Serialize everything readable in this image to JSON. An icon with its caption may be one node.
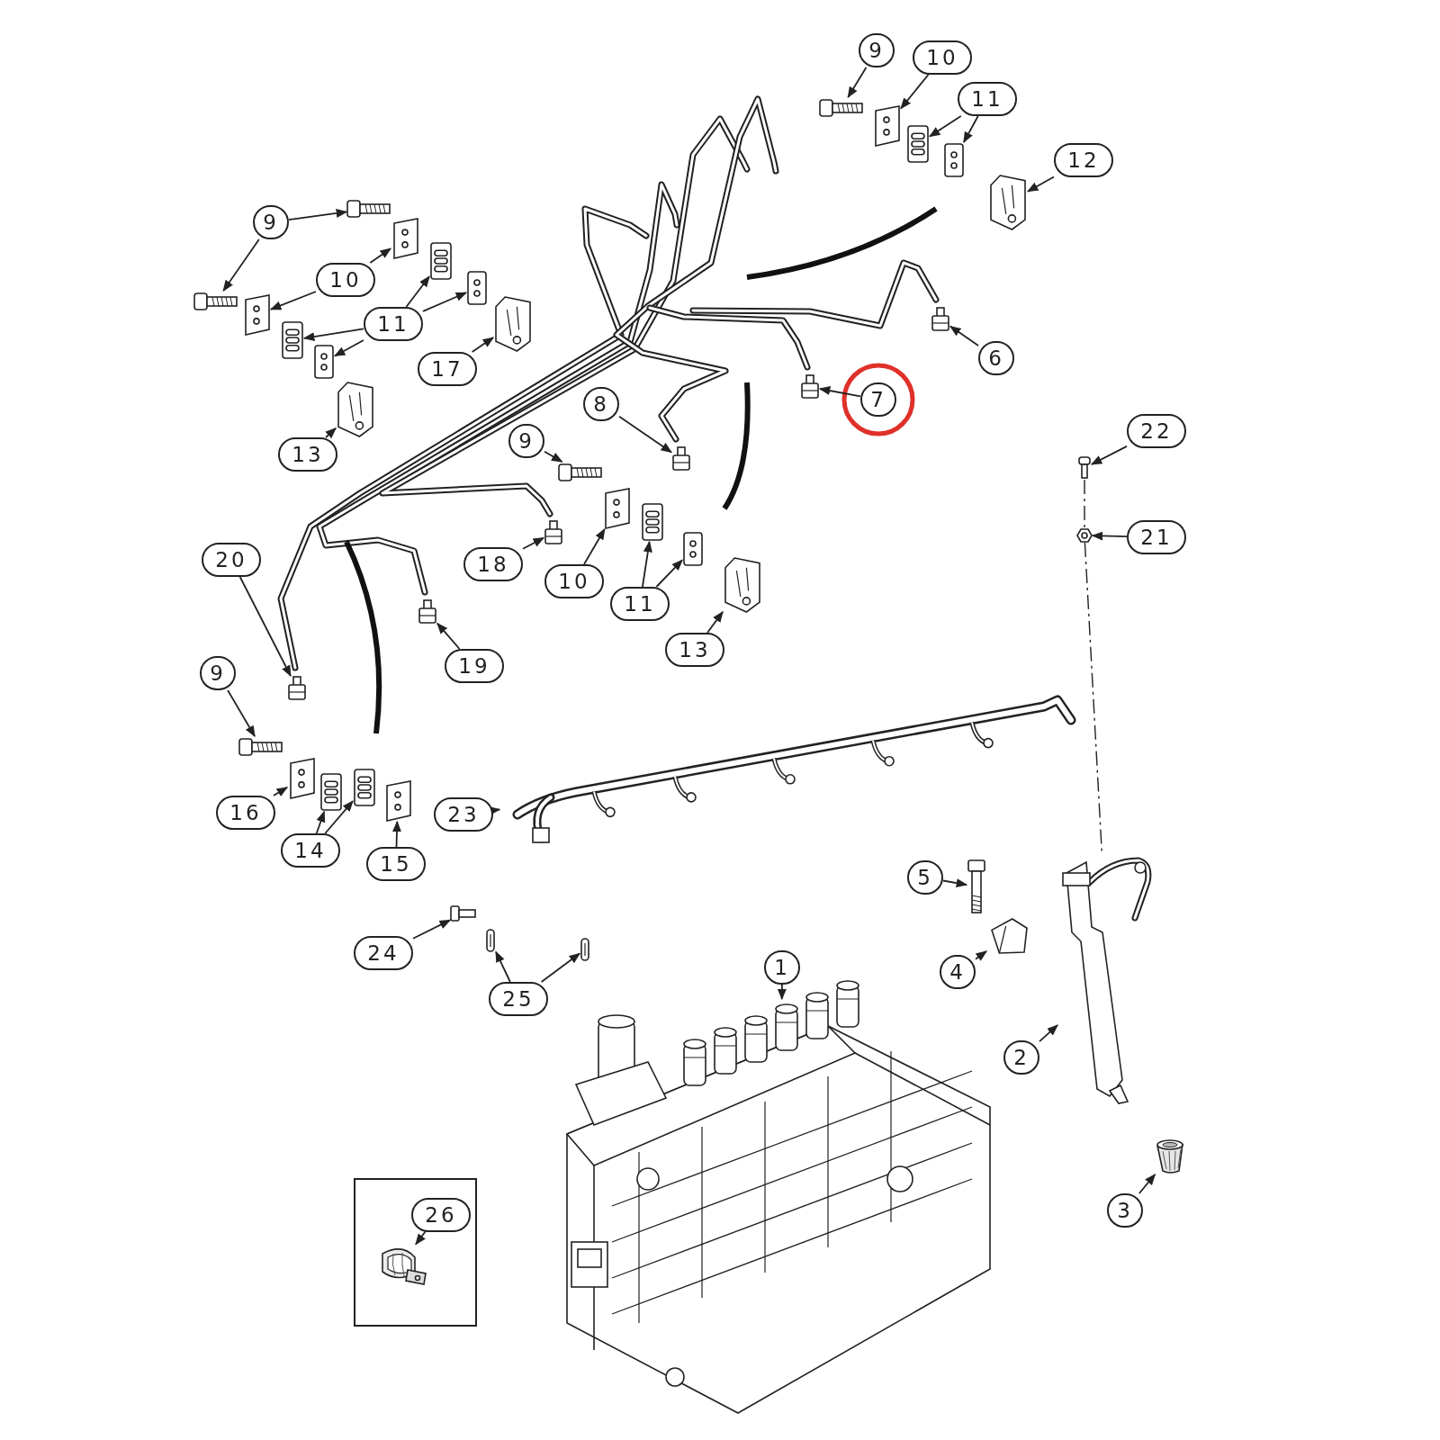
{
  "diagram": {
    "nodes": [
      {
        "text": [
          "9"
        ]
      },
      {
        "text": [],
        "shape": "picture"
      },
      {
        "text": [
          "10"
        ]
      },
      {
        "text": [],
        "shape": "picture"
      },
      {
        "text": [
          "11"
        ]
      },
      {
        "text": [],
        "shape": "picture"
      },
      {
        "text": [],
        "shape": "picture"
      },
      {
        "text": [
          "12"
        ]
      },
      {
        "text": [],
        "shape": "picture"
      },
      {
        "text": [
          "9"
        ]
      },
      {
        "text": [],
        "shape": "picture"
      },
      {
        "text": [],
        "shape": "picture"
      },
      {
        "text": [
          "10"
        ]
      },
      {
        "text": [],
        "shape": "picture"
      },
      {
        "text": [],
        "shape": "picture"
      },
      {
        "text": [
          "11"
        ]
      },
      {
        "text": [],
        "shape": "picture"
      },
      {
        "text": [],
        "shape": "picture"
      },
      {
        "text": [],
        "shape": "picture"
      },
      {
        "text": [],
        "shape": "picture"
      },
      {
        "text": [
          "17"
        ]
      },
      {
        "text": [],
        "shape": "picture"
      },
      {
        "text": [
          "13"
        ]
      },
      {
        "text": [],
        "shape": "picture"
      },
      {
        "text": [
          "8"
        ]
      },
      {
        "text": [],
        "shape": "picture"
      },
      {
        "text": [
          "7"
        ]
      },
      {
        "text": [],
        "shape": "picture"
      },
      {
        "text": [
          "6"
        ]
      },
      {
        "text": [],
        "shape": "picture"
      },
      {
        "text": [
          "22"
        ]
      },
      {
        "text": [],
        "shape": "picture"
      },
      {
        "text": [
          "21"
        ]
      },
      {
        "text": [],
        "shape": "picture"
      },
      {
        "text": [
          "9"
        ]
      },
      {
        "text": [],
        "shape": "picture"
      },
      {
        "text": [
          "18"
        ]
      },
      {
        "text": [],
        "shape": "picture"
      },
      {
        "text": [
          "10"
        ]
      },
      {
        "text": [],
        "shape": "picture"
      },
      {
        "text": [
          "11"
        ]
      },
      {
        "text": [],
        "shape": "picture"
      },
      {
        "text": [],
        "shape": "picture"
      },
      {
        "text": [
          "13"
        ]
      },
      {
        "text": [],
        "shape": "picture"
      },
      {
        "text": [
          "20"
        ]
      },
      {
        "text": [],
        "shape": "picture"
      },
      {
        "text": [
          "19"
        ]
      },
      {
        "text": [],
        "shape": "picture"
      },
      {
        "text": [
          "9"
        ]
      },
      {
        "text": [],
        "shape": "picture"
      },
      {
        "text": [
          "16"
        ]
      },
      {
        "text": [],
        "shape": "picture"
      },
      {
        "text": [
          "14"
        ]
      },
      {
        "text": [],
        "shape": "picture"
      },
      {
        "text": [],
        "shape": "picture"
      },
      {
        "text": [
          "15"
        ]
      },
      {
        "text": [],
        "shape": "picture"
      },
      {
        "text": [
          "23"
        ]
      },
      {
        "text": [],
        "shape": "picture"
      },
      {
        "text": [
          "5"
        ]
      },
      {
        "text": [],
        "shape": "picture"
      },
      {
        "text": [
          "24"
        ]
      },
      {
        "text": [],
        "shape": "picture"
      },
      {
        "text": [
          "25"
        ]
      },
      {
        "text": [],
        "shape": "picture"
      },
      {
        "text": [],
        "shape": "picture"
      },
      {
        "text": [
          "1"
        ]
      },
      {
        "text": [],
        "shape": "picture"
      },
      {
        "text": [
          "4"
        ]
      },
      {
        "text": [],
        "shape": "picture"
      },
      {
        "text": [
          "2"
        ]
      },
      {
        "text": [],
        "shape": "picture"
      },
      {
        "text": [
          "3"
        ]
      },
      {
        "text": [],
        "shape": "picture"
      },
      {
        "text": [],
        "shape": "box"
      },
      {
        "text": [
          "26"
        ],
        "in": 75
      },
      {
        "text": [],
        "shape": "picture",
        "in": 75
      }
    ],
    "edges": [
      {
        "from": 0,
        "to": 1,
        "arrow": "to"
      },
      {
        "from": 2,
        "to": 3,
        "arrow": "to"
      },
      {
        "from": 4,
        "to": 5,
        "arrow": "to"
      },
      {
        "from": 4,
        "to": 6,
        "arrow": "to"
      },
      {
        "from": 7,
        "to": 8,
        "arrow": "to"
      },
      {
        "from": 9,
        "to": 10,
        "arrow": "to"
      },
      {
        "from": 9,
        "to": 11,
        "arrow": "to"
      },
      {
        "from": 12,
        "to": 13,
        "arrow": "to"
      },
      {
        "from": 12,
        "to": 14,
        "arrow": "to"
      },
      {
        "from": 15,
        "to": 16,
        "arrow": "to"
      },
      {
        "from": 15,
        "to": 17,
        "arrow": "to"
      },
      {
        "from": 15,
        "to": 18,
        "arrow": "to"
      },
      {
        "from": 15,
        "to": 19,
        "arrow": "to"
      },
      {
        "from": 20,
        "to": 21,
        "arrow": "to"
      },
      {
        "from": 22,
        "to": 23,
        "arrow": "to"
      },
      {
        "from": 24,
        "to": 25,
        "arrow": "to"
      },
      {
        "from": 26,
        "to": 27,
        "arrow": "to"
      },
      {
        "from": 28,
        "to": 29,
        "arrow": "to"
      },
      {
        "from": 30,
        "to": 31,
        "arrow": "to"
      },
      {
        "from": 32,
        "to": 33,
        "arrow": "to"
      },
      {
        "from": 31,
        "to": 33,
        "arrow": "none",
        "style": "dashed"
      },
      {
        "from": 33,
        "to": 72,
        "arrow": "none",
        "style": "dashed"
      },
      {
        "from": 34,
        "to": 35,
        "arrow": "to"
      },
      {
        "from": 36,
        "to": 37,
        "arrow": "to"
      },
      {
        "from": 38,
        "to": 39,
        "arrow": "to"
      },
      {
        "from": 40,
        "to": 41,
        "arrow": "to"
      },
      {
        "from": 40,
        "to": 42,
        "arrow": "to"
      },
      {
        "from": 43,
        "to": 44,
        "arrow": "to"
      },
      {
        "from": 45,
        "to": 46,
        "arrow": "to"
      },
      {
        "from": 47,
        "to": 48,
        "arrow": "to"
      },
      {
        "from": 49,
        "to": 50,
        "arrow": "to"
      },
      {
        "from": 51,
        "to": 52,
        "arrow": "to"
      },
      {
        "from": 53,
        "to": 54,
        "arrow": "to"
      },
      {
        "from": 53,
        "to": 55,
        "arrow": "to"
      },
      {
        "from": 56,
        "to": 57,
        "arrow": "to"
      },
      {
        "from": 58,
        "to": 59,
        "arrow": "to"
      },
      {
        "from": 60,
        "to": 61,
        "arrow": "to"
      },
      {
        "from": 62,
        "to": 63,
        "arrow": "to"
      },
      {
        "from": 64,
        "to": 65,
        "arrow": "to"
      },
      {
        "from": 64,
        "to": 66,
        "arrow": "to"
      },
      {
        "from": 67,
        "to": 68,
        "arrow": "to"
      },
      {
        "from": 69,
        "to": 70,
        "arrow": "to"
      },
      {
        "from": 71,
        "to": 72,
        "arrow": "to"
      },
      {
        "from": 73,
        "to": 74,
        "arrow": "to"
      },
      {
        "from": 76,
        "to": 77,
        "arrow": "to"
      }
    ]
  }
}
